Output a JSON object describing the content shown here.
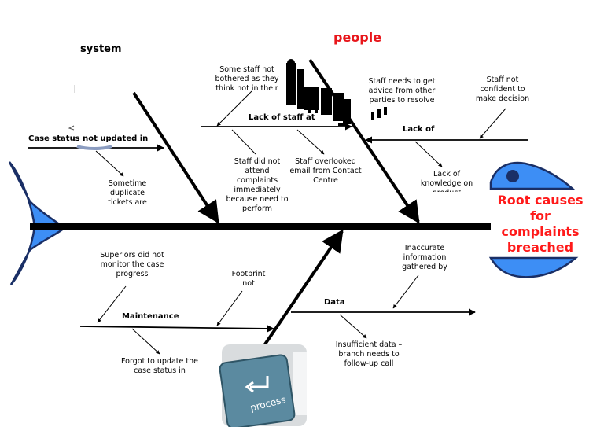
{
  "categories": {
    "system": "system",
    "people": "people"
  },
  "head": {
    "title": "Root causes for complaints breached",
    "color": "#ff1a1a",
    "fish_color": "#3d8ef5"
  },
  "bones": {
    "case_status": "Case status not updated in",
    "lack_staff": "Lack of staff at",
    "lack_of": "Lack of",
    "maintenance": "Maintenance",
    "data": "Data"
  },
  "notes": {
    "staff_not_bothered": "Some staff not bothered as they think not in their",
    "staff_advice": "Staff needs to get advice from other parties to resolve",
    "staff_not_confident": "Staff not confident to make decision",
    "duplicate_tickets": "Sometime duplicate tickets are",
    "staff_did_not_attend": "Staff did not attend complaints immediately because need to perform",
    "overlooked_email": "Staff overlooked email from Contact Centre",
    "lack_knowledge": "Lack of knowledge on product",
    "superiors": "Superiors did not monitor the case progress",
    "footprint": "Footprint not",
    "inaccurate_info": "Inaccurate information gathered by",
    "forgot_update": "Forgot to update the case status in",
    "insufficient_data": "Insufficient data – branch needs to follow-up call"
  },
  "images": {
    "people_icon": "business-people-silhouette-icon",
    "process_key": "process-key-icon",
    "process_key_label": "process"
  }
}
